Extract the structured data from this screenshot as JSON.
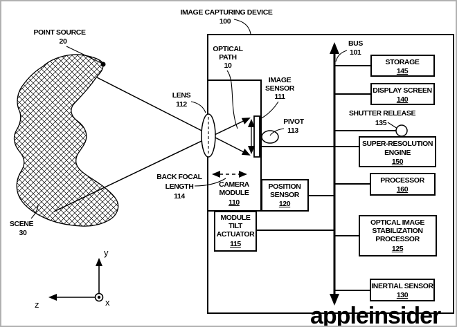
{
  "figure": {
    "title": {
      "label": "IMAGE CAPTURING DEVICE",
      "ref": "100"
    },
    "watermark": "appleinsider",
    "colors": {
      "line": "#000000",
      "watermark": "#c9c9c9",
      "frame": "#b0b0b0",
      "background": "#ffffff"
    }
  },
  "labels": {
    "point_source": {
      "label": "POINT SOURCE",
      "ref": "20"
    },
    "scene": {
      "label": "SCENE",
      "ref": "30"
    },
    "optical_path": {
      "lines": [
        "OPTICAL",
        "PATH"
      ],
      "ref": "10"
    },
    "lens": {
      "label": "LENS",
      "ref": "112"
    },
    "image_sensor": {
      "lines": [
        "IMAGE",
        "SENSOR"
      ],
      "ref": "111"
    },
    "pivot": {
      "label": "PIVOT",
      "ref": "113"
    },
    "back_focal_length": {
      "lines": [
        "BACK FOCAL",
        "LENGTH"
      ],
      "ref": "114"
    },
    "bus": {
      "label": "BUS",
      "ref": "101"
    },
    "shutter_release": {
      "label": "SHUTTER RELEASE",
      "ref": "135"
    }
  },
  "blocks": {
    "camera_module": {
      "lines": [
        "CAMERA",
        "MODULE"
      ],
      "ref": "110"
    },
    "position_sensor": {
      "lines": [
        "POSITION",
        "SENSOR"
      ],
      "ref": "120"
    },
    "module_tilt_actuator": {
      "lines": [
        "MODULE",
        "TILT",
        "ACTUATOR"
      ],
      "ref": "115"
    },
    "storage": {
      "lines": [
        "STORAGE"
      ],
      "ref": "145"
    },
    "display_screen": {
      "lines": [
        "DISPLAY SCREEN"
      ],
      "ref": "140"
    },
    "super_resolution_engine": {
      "lines": [
        "SUPER-RESOLUTION",
        "ENGINE"
      ],
      "ref": "150"
    },
    "processor": {
      "lines": [
        "PROCESSOR"
      ],
      "ref": "160"
    },
    "optical_image_stabilization_processor": {
      "lines": [
        "OPTICAL IMAGE",
        "STABILIZATION",
        "PROCESSOR"
      ],
      "ref": "125"
    },
    "inertial_sensor": {
      "lines": [
        "INERTIAL SENSOR"
      ],
      "ref": "130"
    }
  },
  "axes": {
    "x": "x",
    "y": "y",
    "z": "z"
  }
}
